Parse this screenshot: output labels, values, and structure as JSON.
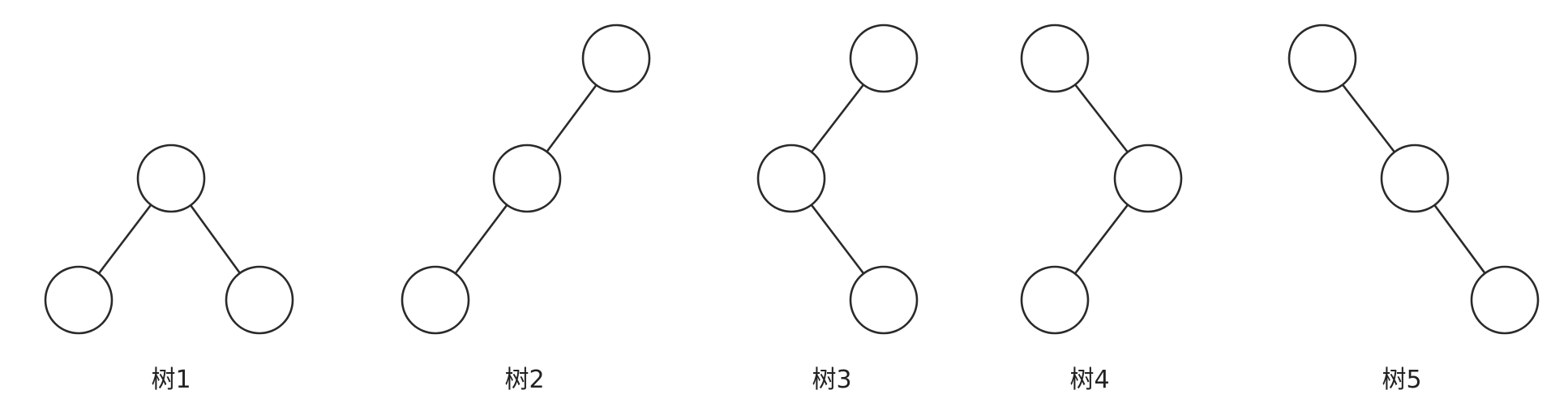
{
  "diagram": {
    "trees": [
      {
        "label": "树1",
        "nodes": [
          "root",
          "left",
          "right"
        ],
        "edges": [
          [
            "root",
            "left"
          ],
          [
            "root",
            "right"
          ]
        ]
      },
      {
        "label": "树2",
        "nodes": [
          "root",
          "child",
          "grandchild"
        ],
        "edges": [
          [
            "root",
            "child"
          ],
          [
            "child",
            "grandchild"
          ]
        ]
      },
      {
        "label": "树3",
        "nodes": [
          "root",
          "child",
          "grandchild"
        ],
        "edges": [
          [
            "root",
            "child"
          ],
          [
            "child",
            "grandchild"
          ]
        ]
      },
      {
        "label": "树4",
        "nodes": [
          "root",
          "child",
          "grandchild"
        ],
        "edges": [
          [
            "root",
            "child"
          ],
          [
            "child",
            "grandchild"
          ]
        ]
      },
      {
        "label": "树5",
        "nodes": [
          "root",
          "child",
          "grandchild"
        ],
        "edges": [
          [
            "root",
            "child"
          ],
          [
            "child",
            "grandchild"
          ]
        ]
      }
    ]
  }
}
